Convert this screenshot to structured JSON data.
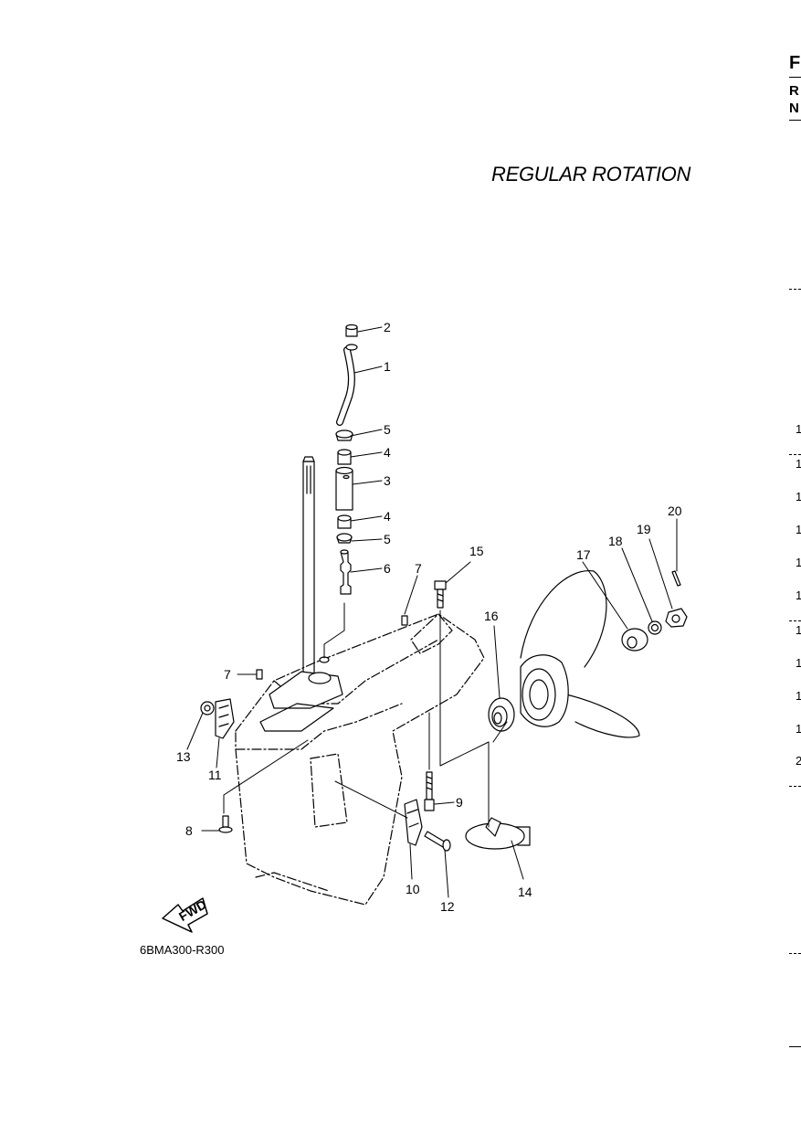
{
  "title": "REGULAR ROTATION",
  "drawing_code": "6BMA300-R300",
  "fwd_label": "FWD",
  "callouts": [
    {
      "n": "1"
    },
    {
      "n": "2"
    },
    {
      "n": "3"
    },
    {
      "n": "4"
    },
    {
      "n": "4"
    },
    {
      "n": "5"
    },
    {
      "n": "5"
    },
    {
      "n": "6"
    },
    {
      "n": "7"
    },
    {
      "n": "7"
    },
    {
      "n": "8"
    },
    {
      "n": "9"
    },
    {
      "n": "10"
    },
    {
      "n": "11"
    },
    {
      "n": "12"
    },
    {
      "n": "13"
    },
    {
      "n": "14"
    },
    {
      "n": "15"
    },
    {
      "n": "16"
    },
    {
      "n": "17"
    },
    {
      "n": "18"
    },
    {
      "n": "19"
    },
    {
      "n": "20"
    }
  ],
  "edge": {
    "letters": [
      "F",
      "R",
      "N"
    ],
    "numbers": [
      "1",
      "1",
      "1",
      "1",
      "1",
      "1",
      "1",
      "1",
      "1",
      "1",
      "2"
    ]
  }
}
